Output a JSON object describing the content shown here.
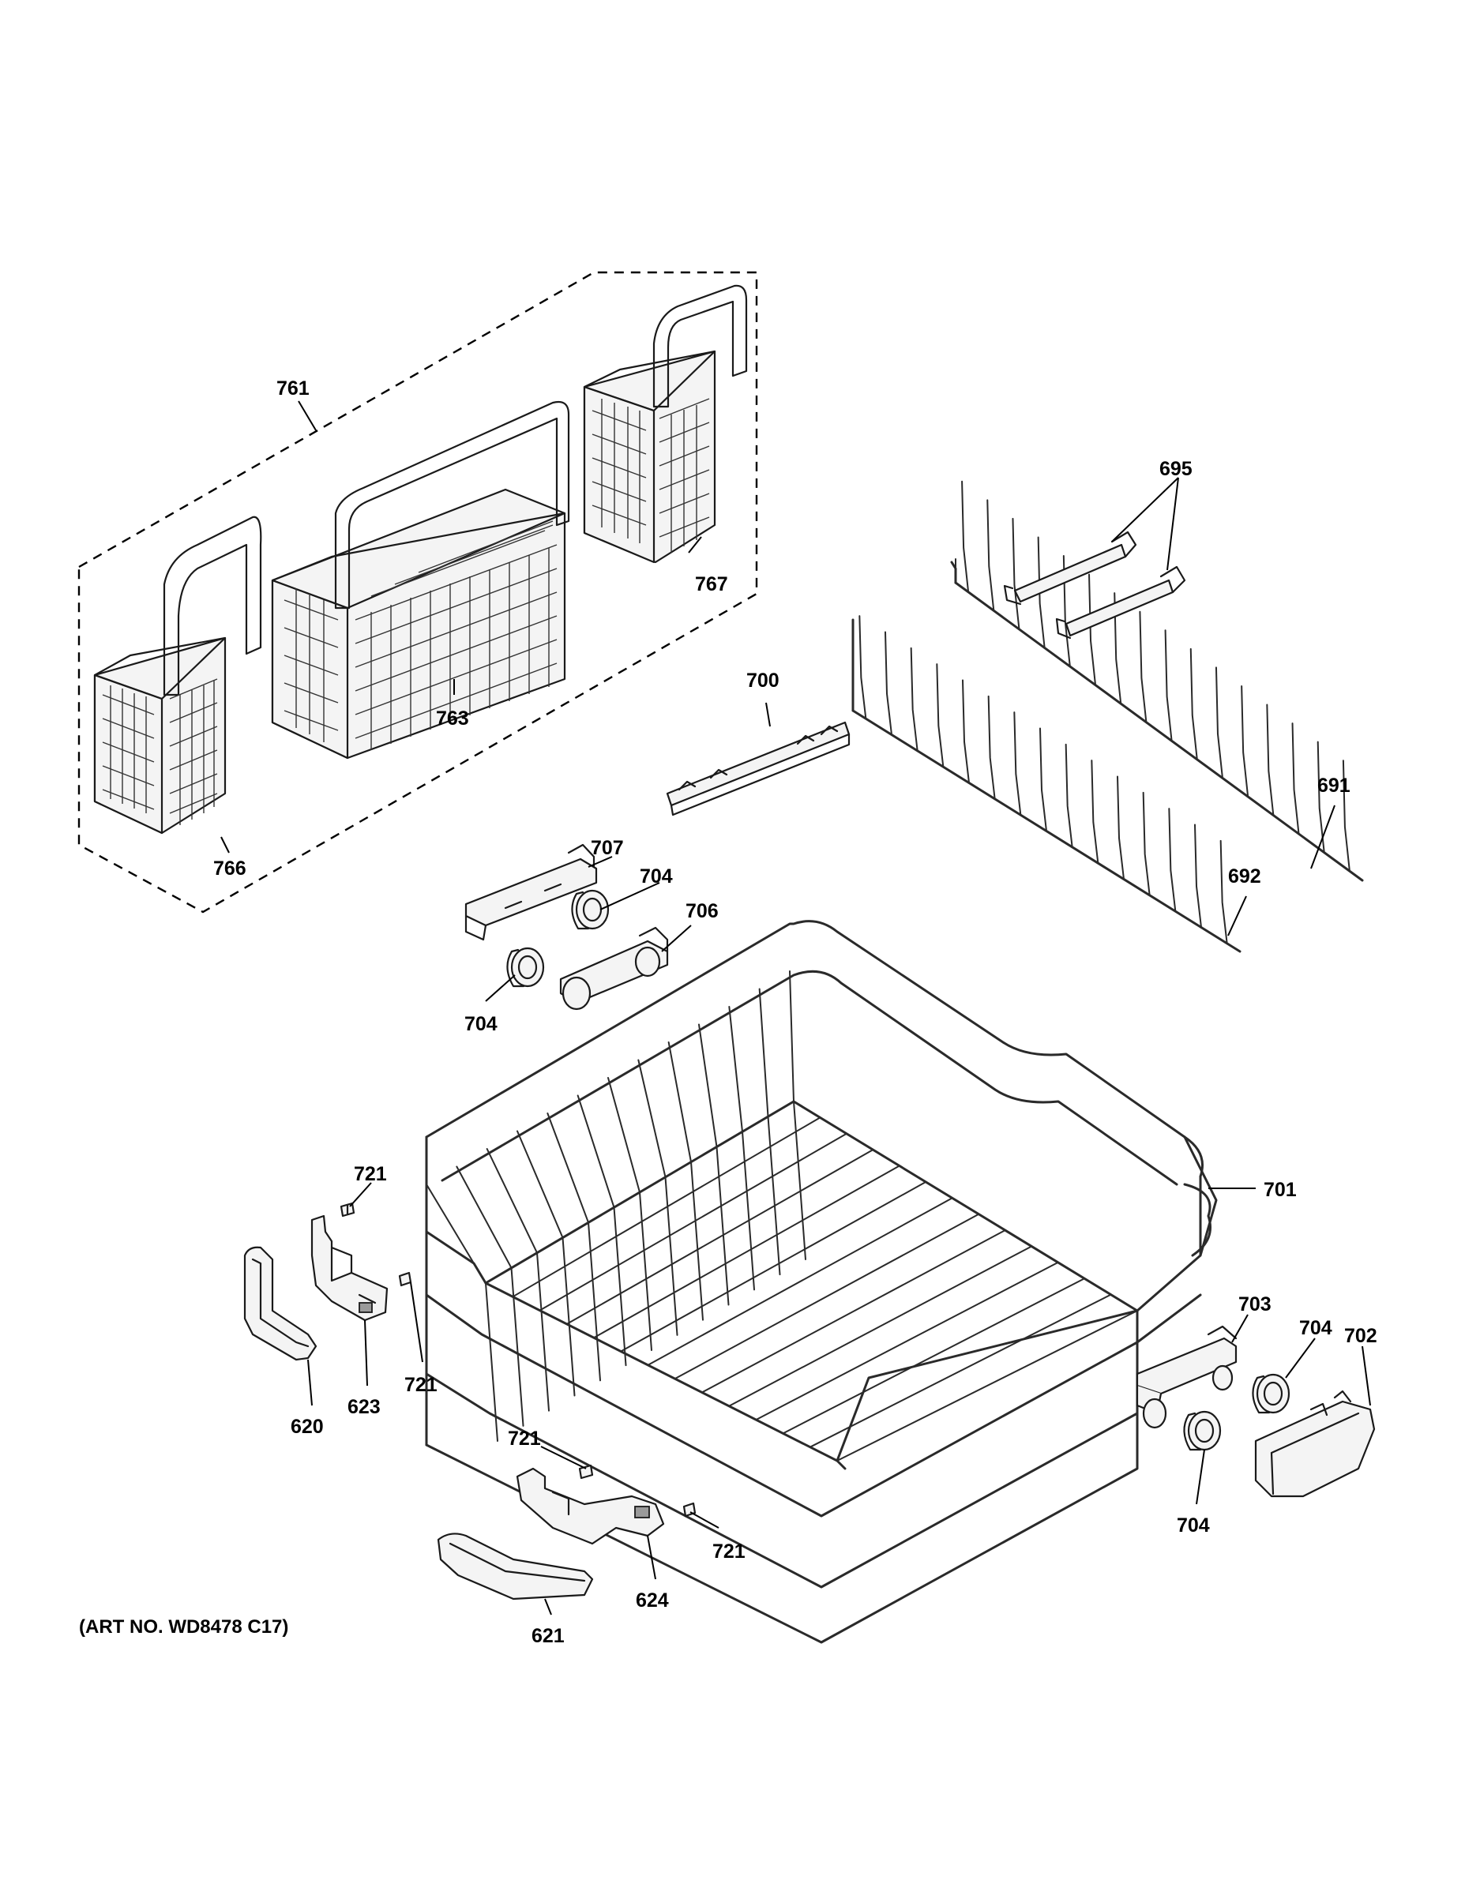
{
  "callouts": {
    "c761": "761",
    "c767": "767",
    "c763": "763",
    "c766": "766",
    "c695": "695",
    "c700": "700",
    "c691": "691",
    "c692": "692",
    "c707": "707",
    "c704a": "704",
    "c706": "706",
    "c704b": "704",
    "c701": "701",
    "c721a": "721",
    "c721b": "721",
    "c620": "620",
    "c623": "623",
    "c703": "703",
    "c704c": "704",
    "c702": "702",
    "c704d": "704",
    "c721c": "721",
    "c721d": "721",
    "c624": "624",
    "c621": "621"
  },
  "art_number": "(ART NO. WD8478 C17)"
}
